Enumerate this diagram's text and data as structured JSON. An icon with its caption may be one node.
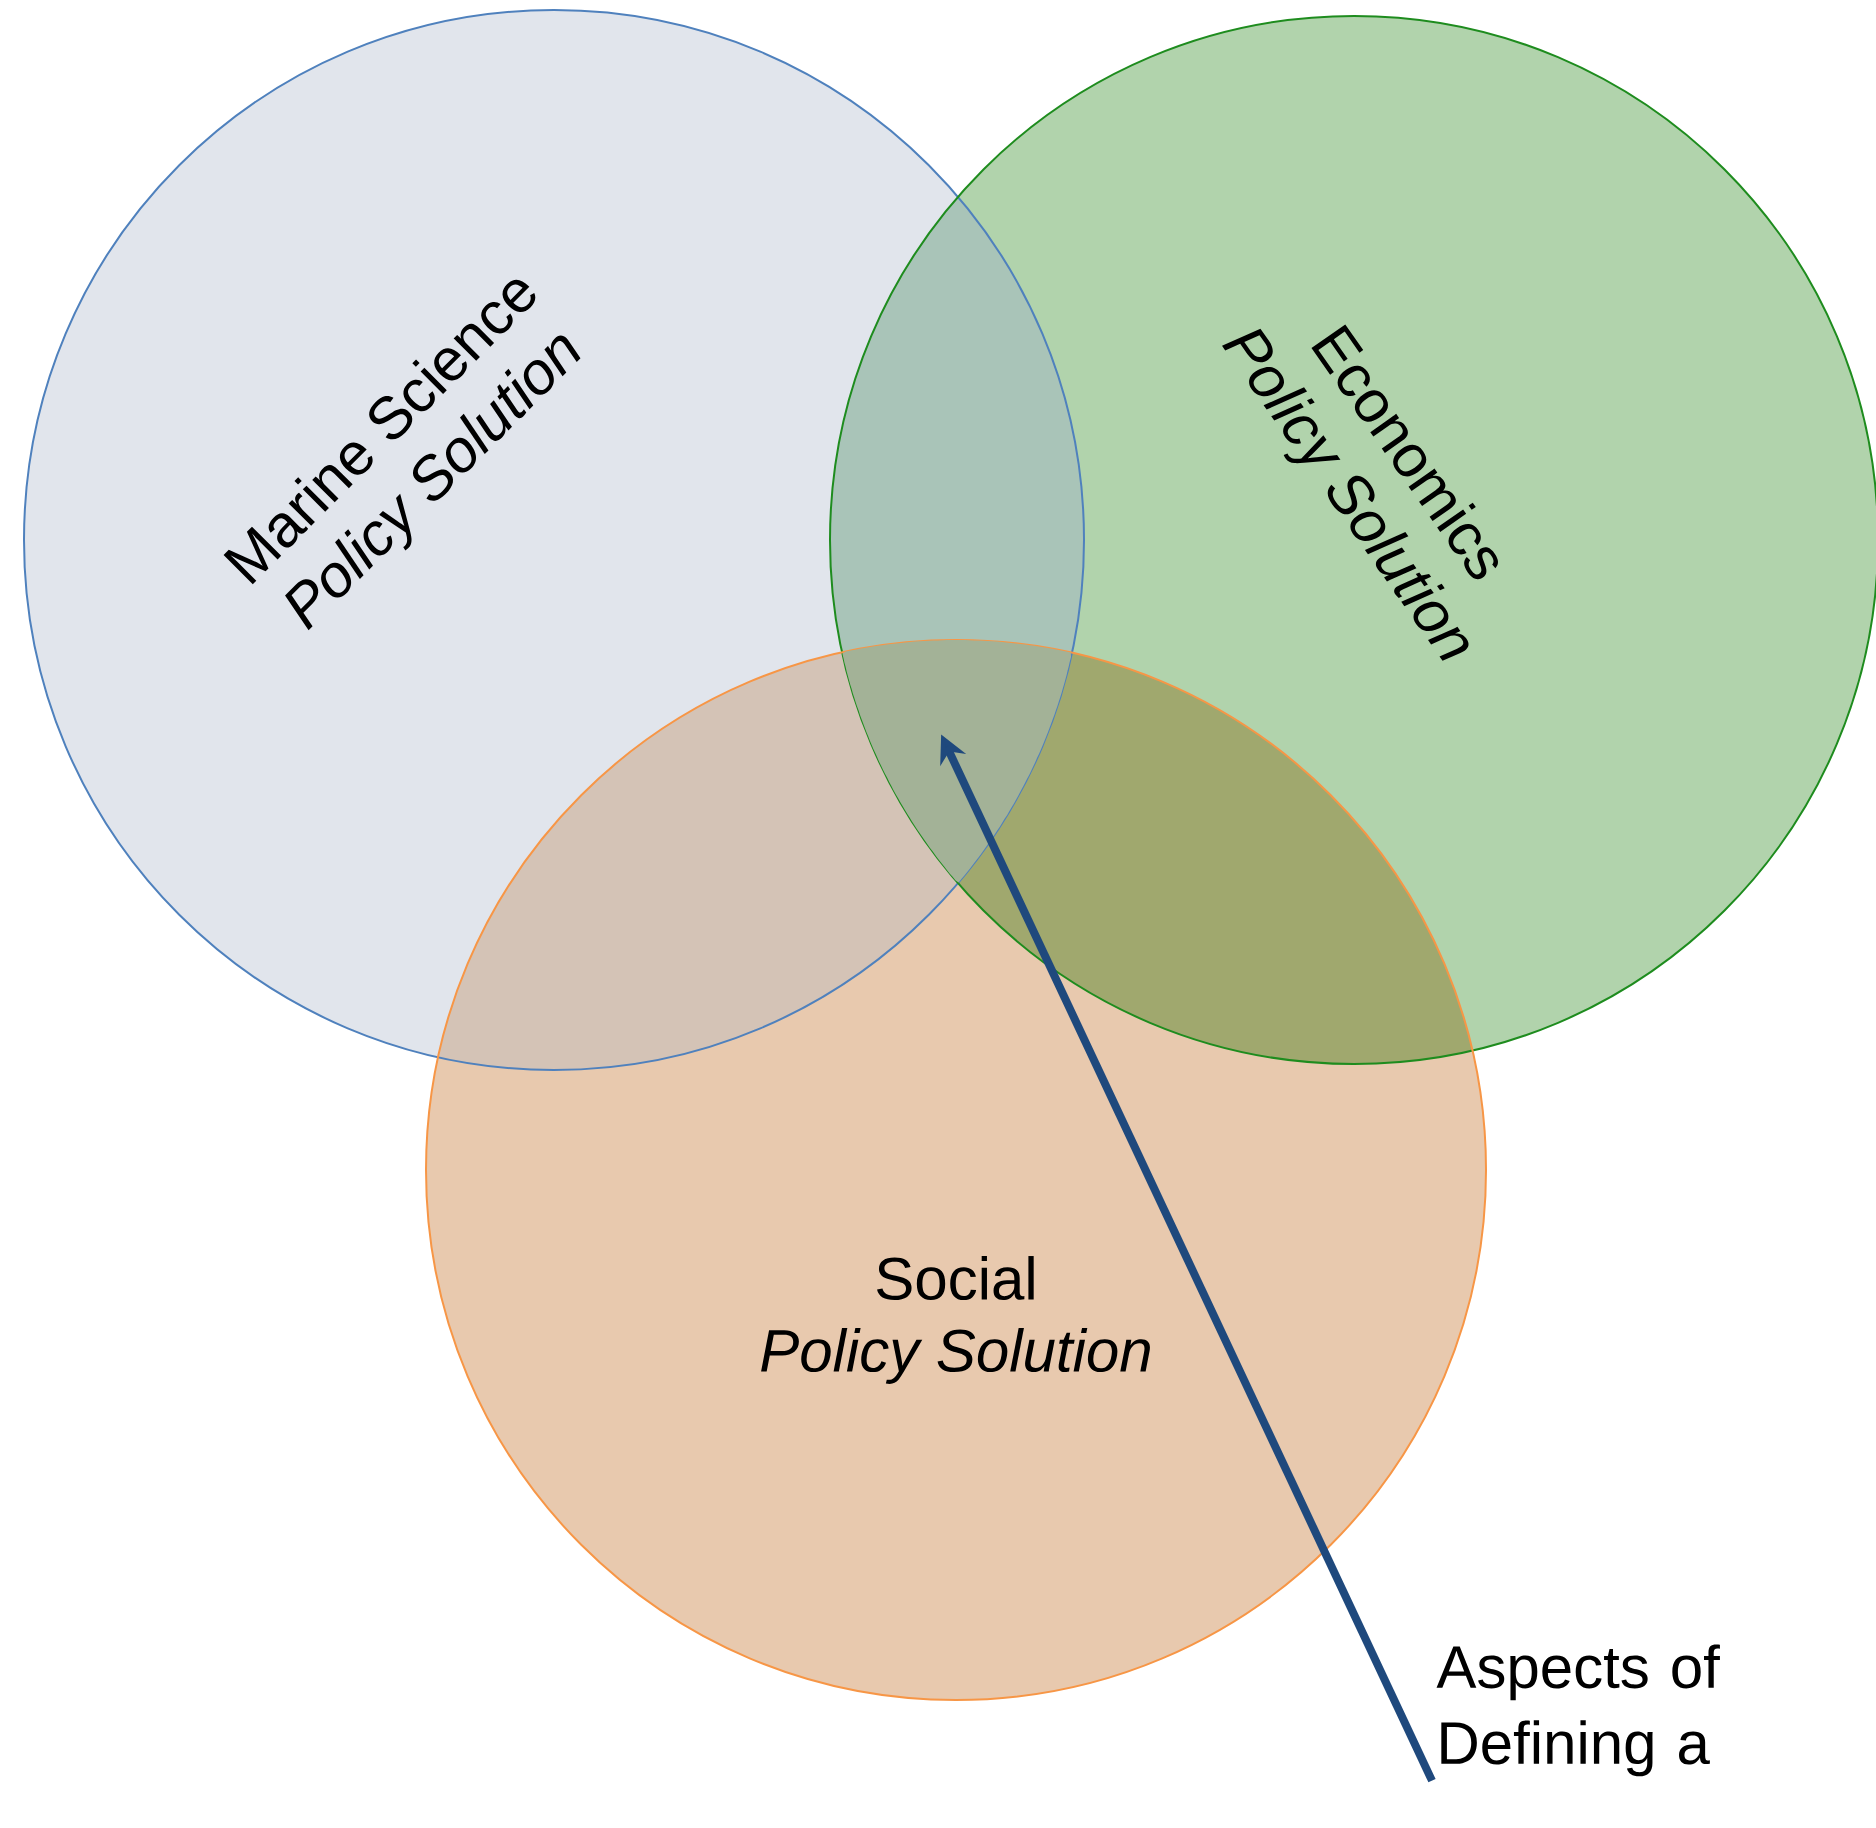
{
  "diagram": {
    "nodes": [
      {
        "text": [
          "Marine Science",
          "Policy Solution"
        ]
      },
      {
        "text": [
          "Economics",
          "Policy Solution"
        ]
      },
      {
        "text": [
          "Social",
          "Policy Solution"
        ]
      },
      {
        "text": [
          "Aspects of Defining a"
        ]
      },
      {
        "text": [],
        "shape": "region"
      }
    ],
    "edges": [
      {
        "from": 3,
        "to": 4,
        "arrow": "to"
      }
    ]
  }
}
